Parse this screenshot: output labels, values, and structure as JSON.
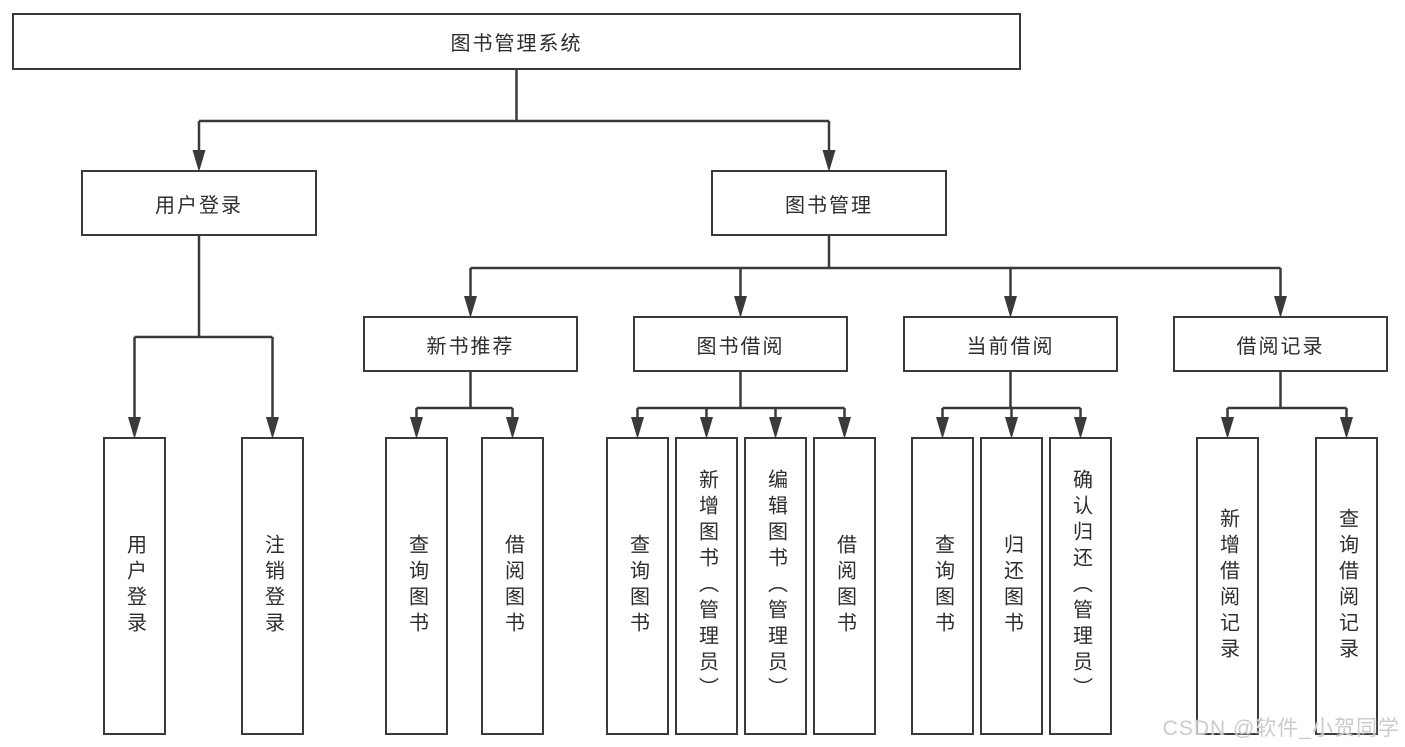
{
  "diagram_title": "图书管理系统",
  "watermark": "CSDN @软件_小贺同学",
  "colors": {
    "line": "#3a3a3a",
    "box_border": "#3a3a3a",
    "box_background": "#ffffff",
    "text": "#2d2d2d",
    "watermark_text": "#cbcbcb"
  },
  "tree": {
    "root": {
      "label": "图书管理系统",
      "children": [
        {
          "label": "用户登录",
          "children": [
            {
              "label": "用户登录"
            },
            {
              "label": "注销登录"
            }
          ]
        },
        {
          "label": "图书管理",
          "children": [
            {
              "label": "新书推荐",
              "children": [
                {
                  "label": "查询图书"
                },
                {
                  "label": "借阅图书"
                }
              ]
            },
            {
              "label": "图书借阅",
              "children": [
                {
                  "label": "查询图书"
                },
                {
                  "label": "新增图书（管理员）"
                },
                {
                  "label": "编辑图书（管理员）"
                },
                {
                  "label": "借阅图书"
                }
              ]
            },
            {
              "label": "当前借阅",
              "children": [
                {
                  "label": "查询图书"
                },
                {
                  "label": "归还图书"
                },
                {
                  "label": "确认归还（管理员）"
                }
              ]
            },
            {
              "label": "借阅记录",
              "children": [
                {
                  "label": "新增借阅记录"
                },
                {
                  "label": "查询借阅记录"
                }
              ]
            }
          ]
        }
      ]
    }
  }
}
